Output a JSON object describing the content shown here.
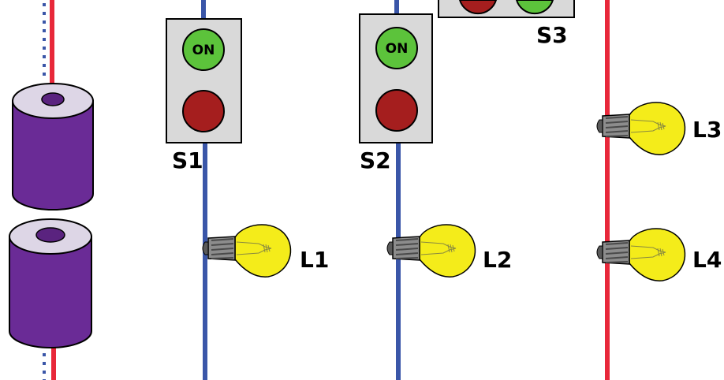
{
  "switches": [
    {
      "id": "s1",
      "label": "S1",
      "on_text": "ON"
    },
    {
      "id": "s2",
      "label": "S2",
      "on_text": "ON"
    },
    {
      "id": "s3",
      "label": "S3"
    }
  ],
  "lamps": [
    {
      "id": "l1",
      "label": "L1"
    },
    {
      "id": "l2",
      "label": "L2"
    },
    {
      "id": "l3",
      "label": "L3"
    },
    {
      "id": "l4",
      "label": "L4"
    }
  ],
  "colors": {
    "wire_positive": "#e8283a",
    "wire_negative": "#3a56a8",
    "switch_body": "#d9d9d9",
    "button_on": "#5cc33b",
    "button_off": "#a51e1e",
    "battery": "#6a2b96",
    "battery_top": "#ddd6e6",
    "bulb_glass": "#f4ec1a",
    "bulb_base": "#8c8c8c"
  },
  "icons": [
    "battery-icon",
    "bulb-icon",
    "switch-icon"
  ]
}
